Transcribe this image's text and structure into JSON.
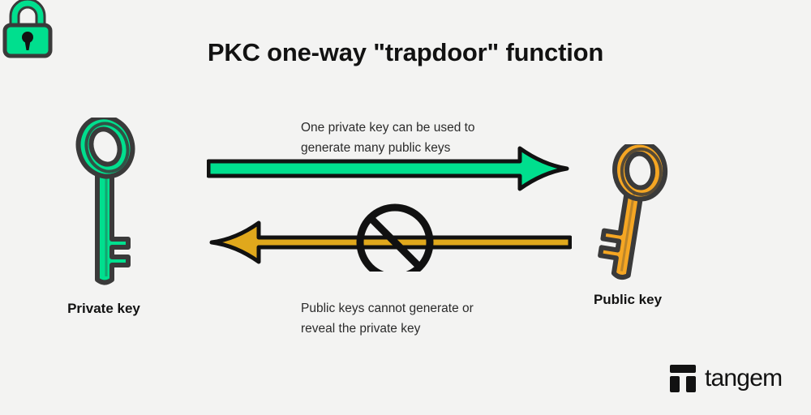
{
  "page": {
    "background_color": "#f3f3f2",
    "title": "PKC one-way \"trapdoor\" function"
  },
  "diagram": {
    "left_node": {
      "label": "Private key",
      "icon": "green-skeleton-key-with-padlock",
      "color": "#00DF8E",
      "outline_color": "#3a3a3a"
    },
    "right_node": {
      "label": "Public key",
      "icon": "orange-skeleton-key",
      "color": "#F5A623",
      "outline_color": "#3a3a3a"
    },
    "forward_flow": {
      "caption_line1": "One private key can be used to",
      "caption_line2": "generate many public keys",
      "arrow_direction": "right",
      "arrow_color": "#00DF8E",
      "allowed": true
    },
    "reverse_flow": {
      "caption_line1": "Public keys cannot generate or",
      "caption_line2": "reveal the private key",
      "arrow_direction": "left",
      "arrow_color": "#E0A81C",
      "allowed": false,
      "blocked_icon": "prohibition-sign"
    }
  },
  "branding": {
    "logo_text": "tangem",
    "logo_mark": "tangem-t-mark",
    "logo_color": "#121212"
  }
}
